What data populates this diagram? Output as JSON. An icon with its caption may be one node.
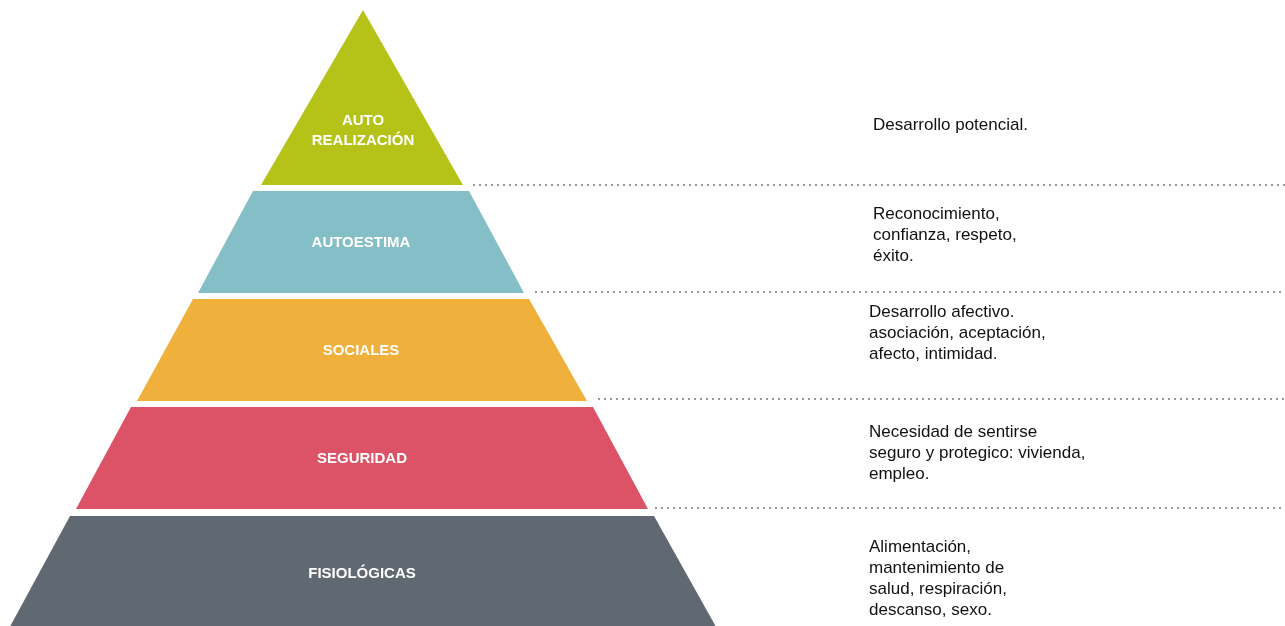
{
  "diagram": {
    "nodes": [
      {
        "text": [
          "AUTO REALIZACIÓN"
        ]
      },
      {
        "text": [
          "AUTOESTIMA"
        ]
      },
      {
        "text": [
          "SOCIALES"
        ]
      },
      {
        "text": [
          "SEGURIDAD"
        ]
      },
      {
        "text": [
          "FISIOLÓGICAS"
        ]
      }
    ],
    "labels": [
      "Desarrollo potencial.",
      "Reconocimiento, confianza, respeto, éxito.",
      "Desarrollo afectivo. asociación, aceptación, afecto, intimidad.",
      "Necesidad de sentirse seguro y protegico: vivienda, empleo.",
      "Alimentación, mantenimiento de salud, respiración, descanso, sexo."
    ]
  }
}
